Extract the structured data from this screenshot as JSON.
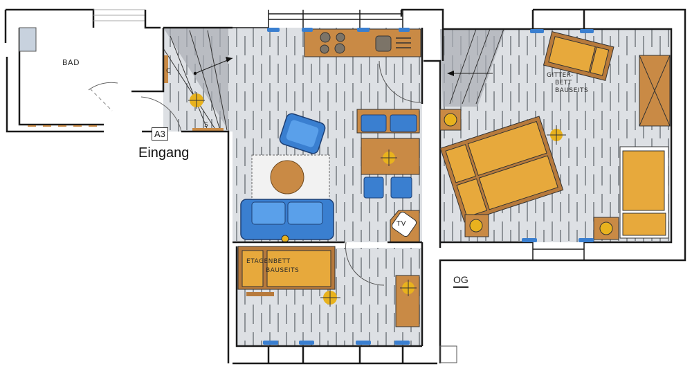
{
  "plan": {
    "level_label": "OG",
    "entrance_label": "Eingang",
    "apartment_code": "A3",
    "rooms": [
      {
        "id": "bad",
        "label": "BAD"
      },
      {
        "id": "living",
        "label": ""
      },
      {
        "id": "bedroom",
        "label": ""
      },
      {
        "id": "kids",
        "label": ""
      }
    ],
    "annotations": {
      "gitterbett_line1": "GITTER-",
      "gitterbett_line2": "BETT",
      "gitterbett_line3": "BAUSEITS",
      "etagenbett_line1": "ETAGENBETT",
      "etagenbett_line2": "BAUSEITS",
      "tv": "TV",
      "shelf_s": "S",
      "shelf_c": "C"
    },
    "colors": {
      "wall": "#1a1a1a",
      "floor_gray": "#c9ccd1",
      "shadow_gray": "#8e939a",
      "wood": "#c98a45",
      "bed_yellow": "#e7a93c",
      "sofa_blue": "#3a7fd0",
      "lamp_yellow": "#e8b21e"
    }
  }
}
